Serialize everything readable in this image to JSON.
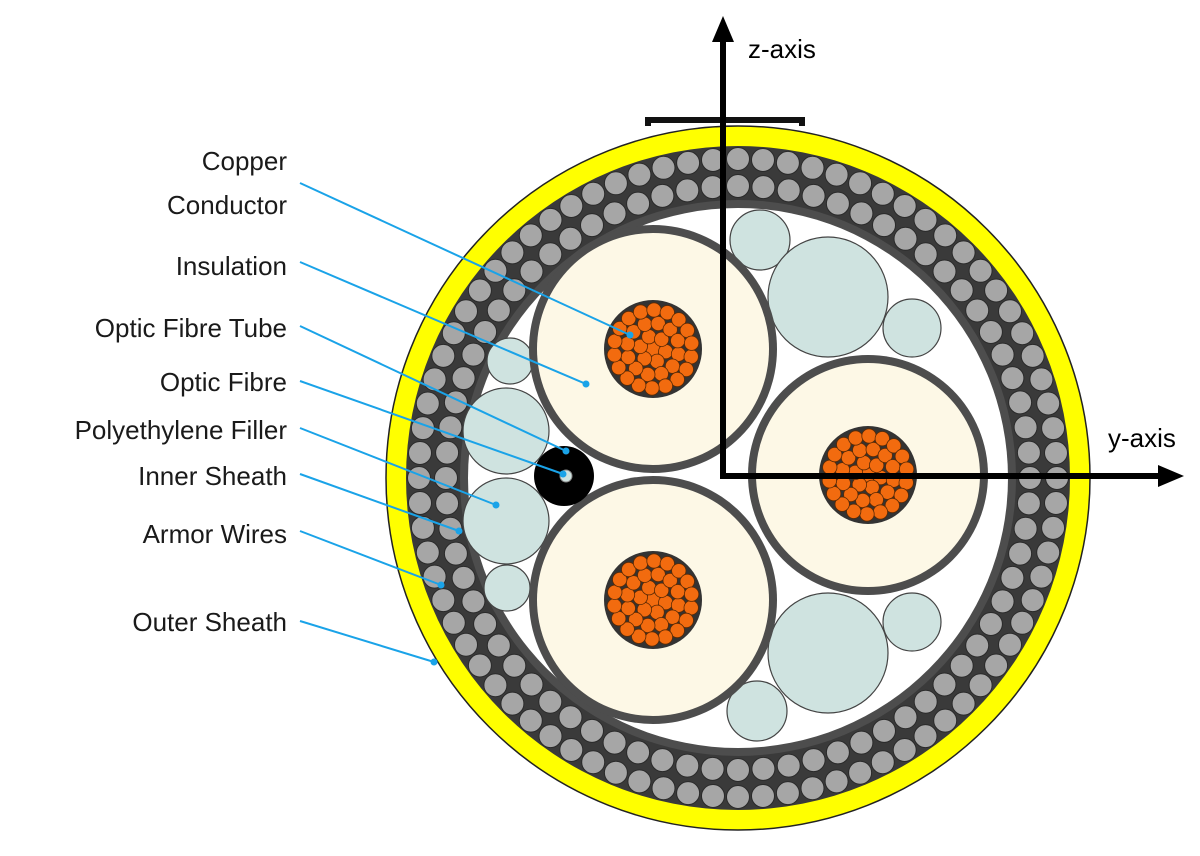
{
  "labels": {
    "copper_conductor_line1": "Copper",
    "copper_conductor_line2": "Conductor",
    "insulation": "Insulation",
    "optic_fibre_tube": "Optic Fibre Tube",
    "optic_fibre": "Optic Fibre",
    "polyethylene_filler": "Polyethylene Filler",
    "inner_sheath": "Inner Sheath",
    "armor_wires": "Armor Wires",
    "outer_sheath": "Outer Sheath"
  },
  "axes": {
    "z": "z-axis",
    "y": "y-axis"
  },
  "colors": {
    "outer_sheath": "#ffff00",
    "armor_band": "#3a3a3a",
    "armor_wire": "#a6a6a6",
    "inner_sheath": "#595959",
    "insulation": "#fdf8e6",
    "conductor": "#f26b0f",
    "filler": "#cfe3e0",
    "fibre_tube": "#000000",
    "leader": "#1aa3e8"
  }
}
